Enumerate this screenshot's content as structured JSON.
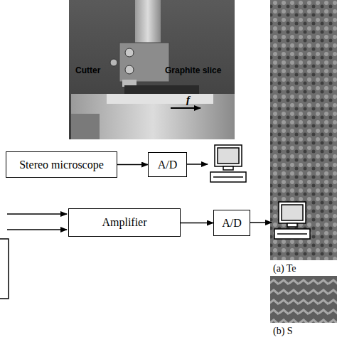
{
  "diagram": {
    "nodes": [
      {
        "text": [
          "Stereo microscope"
        ]
      },
      {
        "text": [
          "A/D"
        ]
      },
      {
        "text": [
          "Amplifier"
        ]
      },
      {
        "text": [
          "A/D"
        ]
      }
    ],
    "edges": [
      {
        "from": 0,
        "to": 1,
        "arrow": "to"
      },
      {
        "from": 2,
        "to": 3,
        "arrow": "to"
      }
    ],
    "labels": [
      "Cutter",
      "Graphite slice",
      "f",
      "(a) Te",
      "(b) S"
    ]
  }
}
